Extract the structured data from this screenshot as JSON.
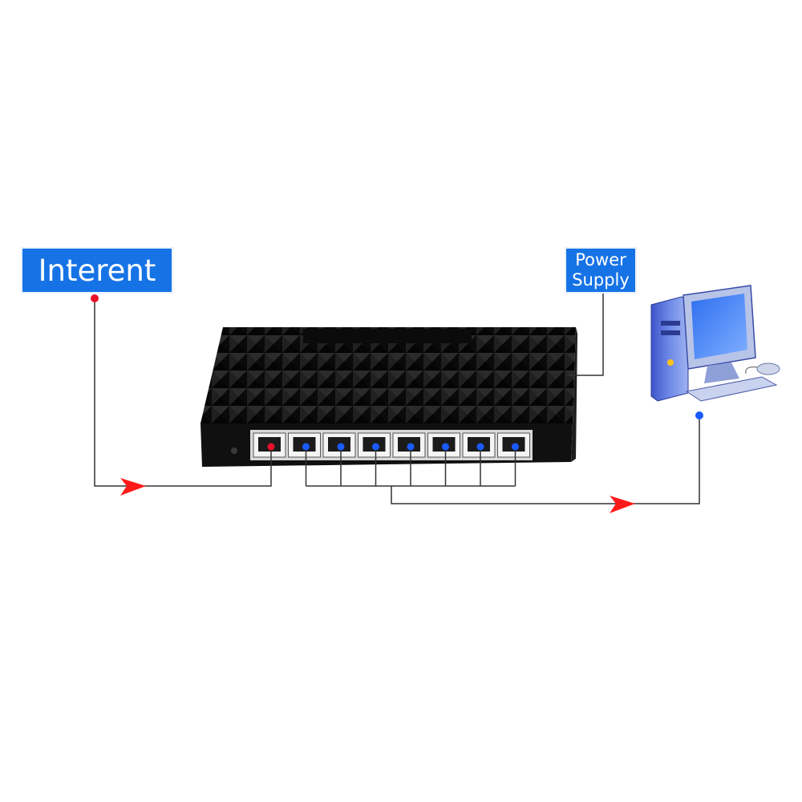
{
  "labels": {
    "internet": "Interent",
    "power_line1": "Power",
    "power_line2": "Supply"
  },
  "colors": {
    "label_bg": "#1673e6",
    "internet_dot": "#e8102a",
    "lan_dot": "#1a5bff",
    "arrow": "#ff1a1a",
    "line": "#333333",
    "device_body": "#1a1a1a"
  },
  "device": {
    "port_count": 8,
    "wan_port_index": 0
  },
  "icons": {
    "device": "network-switch",
    "computer": "desktop-computer-icon"
  }
}
